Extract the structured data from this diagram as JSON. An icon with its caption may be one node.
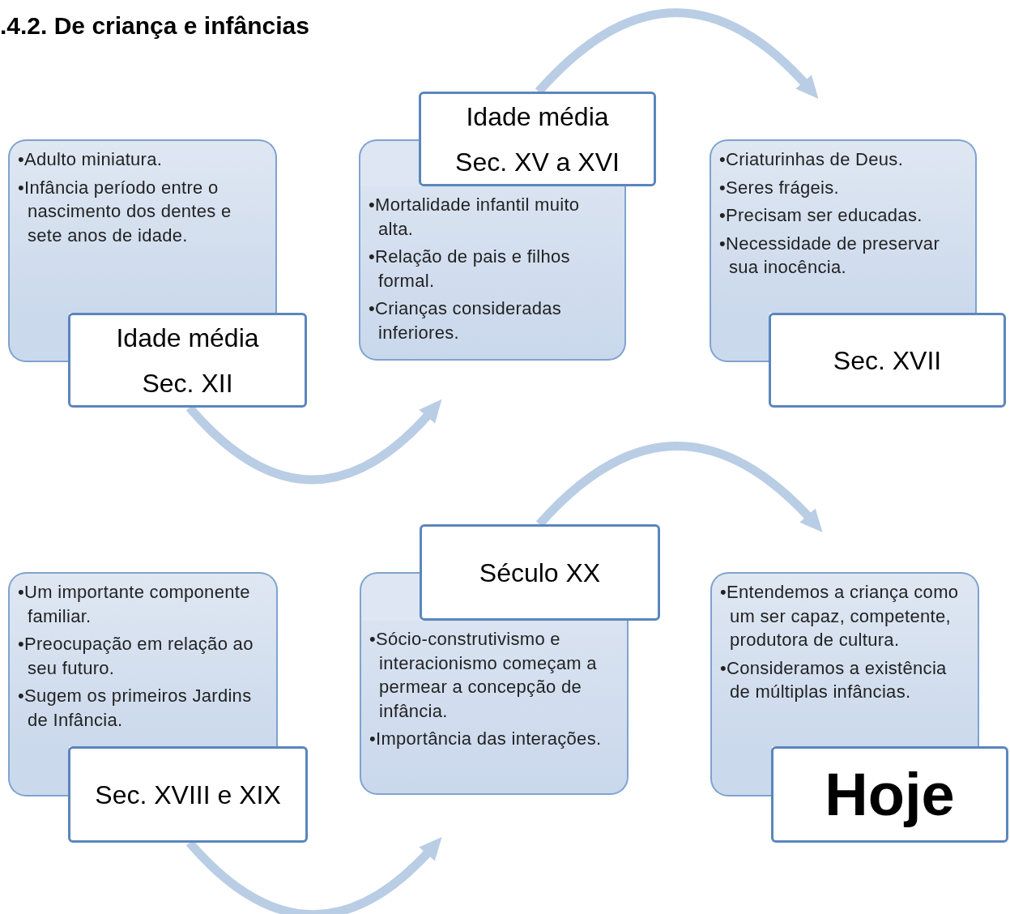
{
  "diagram": {
    "title": ".4.2. De criança e infâncias",
    "nodes": [
      {
        "text": [
          "•Adulto miniatura.",
          "•Infância período entre o nascimento dos dentes e sete anos de idade."
        ]
      },
      {
        "text": [
          "Idade média",
          "Sec. XII"
        ]
      },
      {
        "text": [
          "Idade média",
          "Sec. XV a XVI"
        ]
      },
      {
        "text": [
          "•Mortalidade infantil muito alta.",
          "•Relação de pais e filhos formal.",
          "•Crianças consideradas inferiores."
        ]
      },
      {
        "text": [
          "•Criaturinhas de Deus.",
          "•Seres frágeis.",
          "•Precisam ser educadas.",
          "•Necessidade de preservar sua inocência."
        ]
      },
      {
        "text": [
          "Sec. XVII"
        ]
      },
      {
        "text": [
          "•Um importante componente familiar.",
          "•Preocupação em relação ao seu futuro.",
          "•Sugem os primeiros Jardins de Infância."
        ]
      },
      {
        "text": [
          "Sec. XVIII e XIX"
        ]
      },
      {
        "text": [
          "Século XX"
        ]
      },
      {
        "text": [
          "•Sócio-construtivismo e interacionismo começam a permear a concepção de infância.",
          "•Importância das interações."
        ]
      },
      {
        "text": [
          "•Entendemos a criança como um ser capaz, competente, produtora de cultura.",
          "•Consideramos a existência de múltiplas infâncias."
        ]
      },
      {
        "text": [
          "Hoje"
        ]
      }
    ],
    "edges": [
      {
        "from": 1,
        "to": 3,
        "arrow": "to"
      },
      {
        "from": 2,
        "to": 4,
        "arrow": "to"
      },
      {
        "from": 7,
        "to": 9,
        "arrow": "to"
      },
      {
        "from": 8,
        "to": 10,
        "arrow": "to"
      }
    ]
  }
}
